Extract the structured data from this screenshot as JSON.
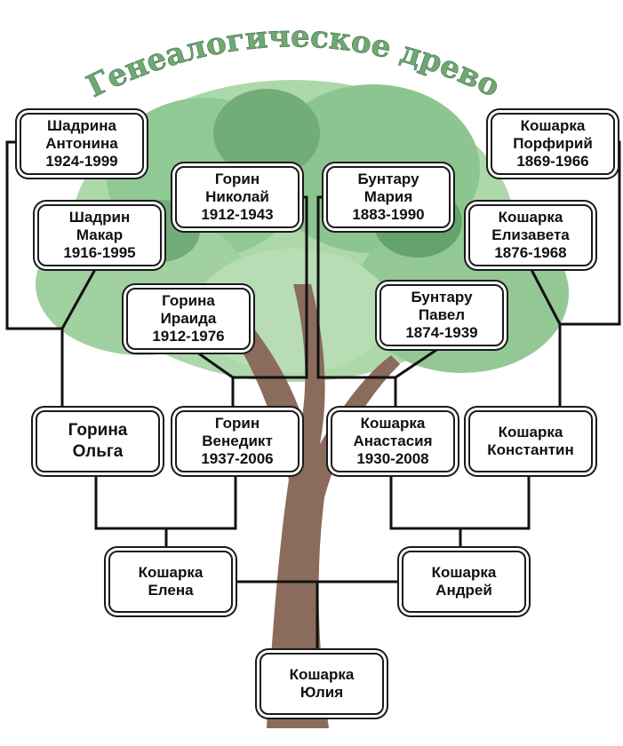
{
  "title": "Генеалогическое древо",
  "colors": {
    "leaf_light": "#a9d6a6",
    "leaf_mid": "#7fbf83",
    "leaf_dark": "#5d9f66",
    "trunk": "#8a6b5c",
    "title": "#6fa873",
    "line": "#111111"
  },
  "people": {
    "antonina": {
      "surname": "Шадрина",
      "name": "Антонина",
      "years": "1924-1999"
    },
    "nikolai": {
      "surname": "Горин",
      "name": "Николай",
      "years": "1912-1943"
    },
    "maria": {
      "surname": "Бунтару",
      "name": "Мария",
      "years": "1883-1990"
    },
    "porfiry": {
      "surname": "Кошарка",
      "name": "Порфирий",
      "years": "1869-1966"
    },
    "makar": {
      "surname": "Шадрин",
      "name": "Макар",
      "years": "1916-1995"
    },
    "elizaveta": {
      "surname": "Кошарка",
      "name": "Елизавета",
      "years": "1876-1968"
    },
    "iraida": {
      "surname": "Горина",
      "name": "Ираида",
      "years": "1912-1976"
    },
    "pavel": {
      "surname": "Бунтару",
      "name": "Павел",
      "years": "1874-1939"
    },
    "olga": {
      "surname": "Горина",
      "name": "Ольга"
    },
    "venedikt": {
      "surname": "Горин",
      "name": "Венедикт",
      "years": "1937-2006"
    },
    "anastasia": {
      "surname": "Кошарка",
      "name": "Анастасия",
      "years": "1930-2008"
    },
    "konstantin": {
      "surname": "Кошарка",
      "name": "Константин"
    },
    "elena": {
      "surname": "Кошарка",
      "name": "Елена"
    },
    "andrei": {
      "surname": "Кошарка",
      "name": "Андрей"
    },
    "yulia": {
      "surname": "Кошарка",
      "name": "Юлия"
    }
  }
}
